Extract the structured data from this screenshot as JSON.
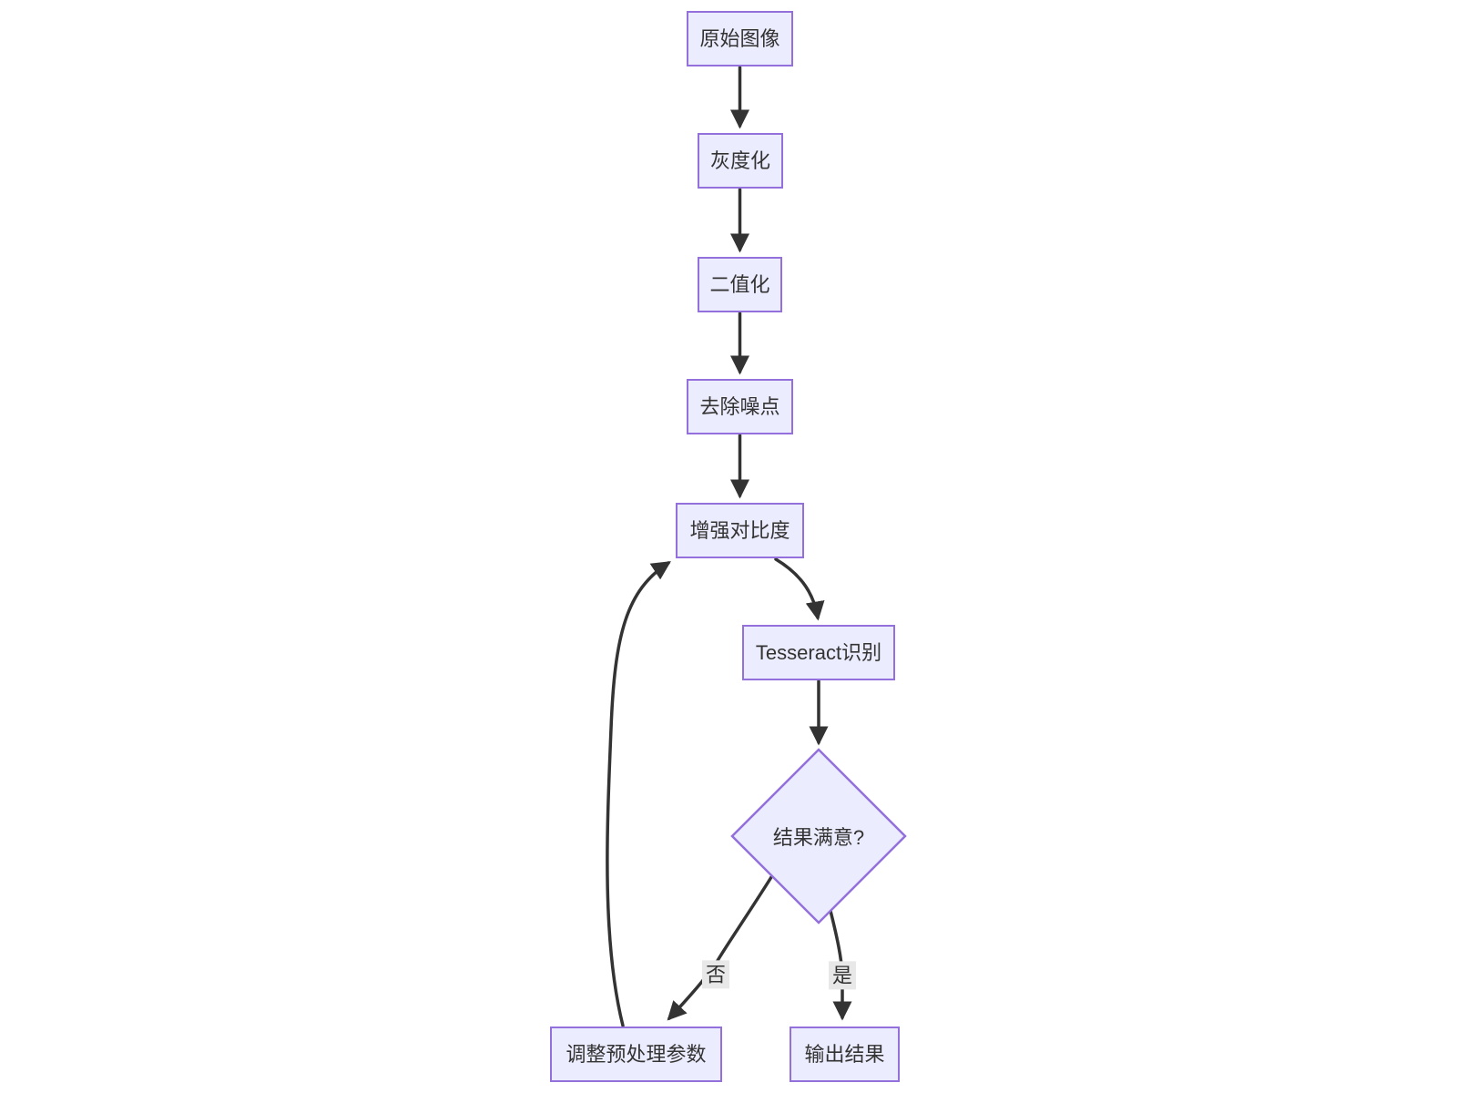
{
  "diagram": {
    "type": "flowchart",
    "direction": "top-to-bottom",
    "title": "OCR preprocessing pipeline flowchart",
    "nodes": [
      {
        "id": "A",
        "label": "原始图像",
        "shape": "rectangle"
      },
      {
        "id": "B",
        "label": "灰度化",
        "shape": "rectangle"
      },
      {
        "id": "C",
        "label": "二值化",
        "shape": "rectangle"
      },
      {
        "id": "D",
        "label": "去除噪点",
        "shape": "rectangle"
      },
      {
        "id": "E",
        "label": "增强对比度",
        "shape": "rectangle"
      },
      {
        "id": "F",
        "label": "Tesseract识别",
        "shape": "rectangle"
      },
      {
        "id": "G",
        "label": "结果满意?",
        "shape": "diamond"
      },
      {
        "id": "H",
        "label": "调整预处理参数",
        "shape": "rectangle"
      },
      {
        "id": "I",
        "label": "输出结果",
        "shape": "rectangle"
      }
    ],
    "edges": [
      {
        "from": "原始图像",
        "to": "灰度化",
        "label": ""
      },
      {
        "from": "灰度化",
        "to": "二值化",
        "label": ""
      },
      {
        "from": "二值化",
        "to": "去除噪点",
        "label": ""
      },
      {
        "from": "去除噪点",
        "to": "增强对比度",
        "label": ""
      },
      {
        "from": "增强对比度",
        "to": "Tesseract识别",
        "label": ""
      },
      {
        "from": "Tesseract识别",
        "to": "结果满意?",
        "label": ""
      },
      {
        "from": "结果满意?",
        "to": "调整预处理参数",
        "label": "否"
      },
      {
        "from": "结果满意?",
        "to": "输出结果",
        "label": "是"
      },
      {
        "from": "调整预处理参数",
        "to": "增强对比度",
        "label": ""
      }
    ],
    "colors": {
      "node_fill": "#ECECFF",
      "node_border": "#9370DB",
      "edge_stroke": "#333333",
      "text": "#333333",
      "edge_label_background": "#e8e8e8",
      "page_background": "#ffffff"
    }
  }
}
